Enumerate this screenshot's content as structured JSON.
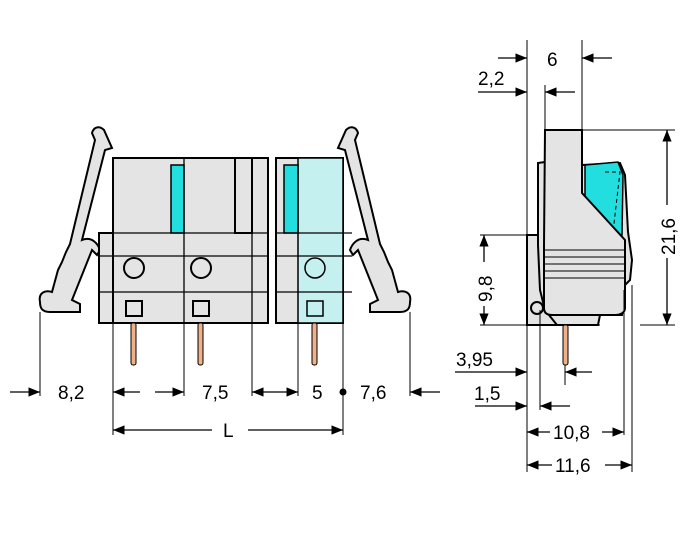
{
  "colors": {
    "housing": "#e4e4e4",
    "actuator": "#22dede",
    "transparent_pole": "#c4f0f0",
    "pin": "#f0b088"
  },
  "front_view": {
    "dims": {
      "lever_left": "8,2",
      "pitch_left": "7,5",
      "pitch_right": "5",
      "lever_right": "7,6",
      "length": "L"
    }
  },
  "side_view": {
    "dims": {
      "top_width": "6",
      "offset_top": "2,2",
      "height_total": "21,6",
      "height_lower": "9,8",
      "pin_offset": "3,95",
      "flange": "1,5",
      "depth_body": "10,8",
      "depth_total": "11,6"
    }
  }
}
